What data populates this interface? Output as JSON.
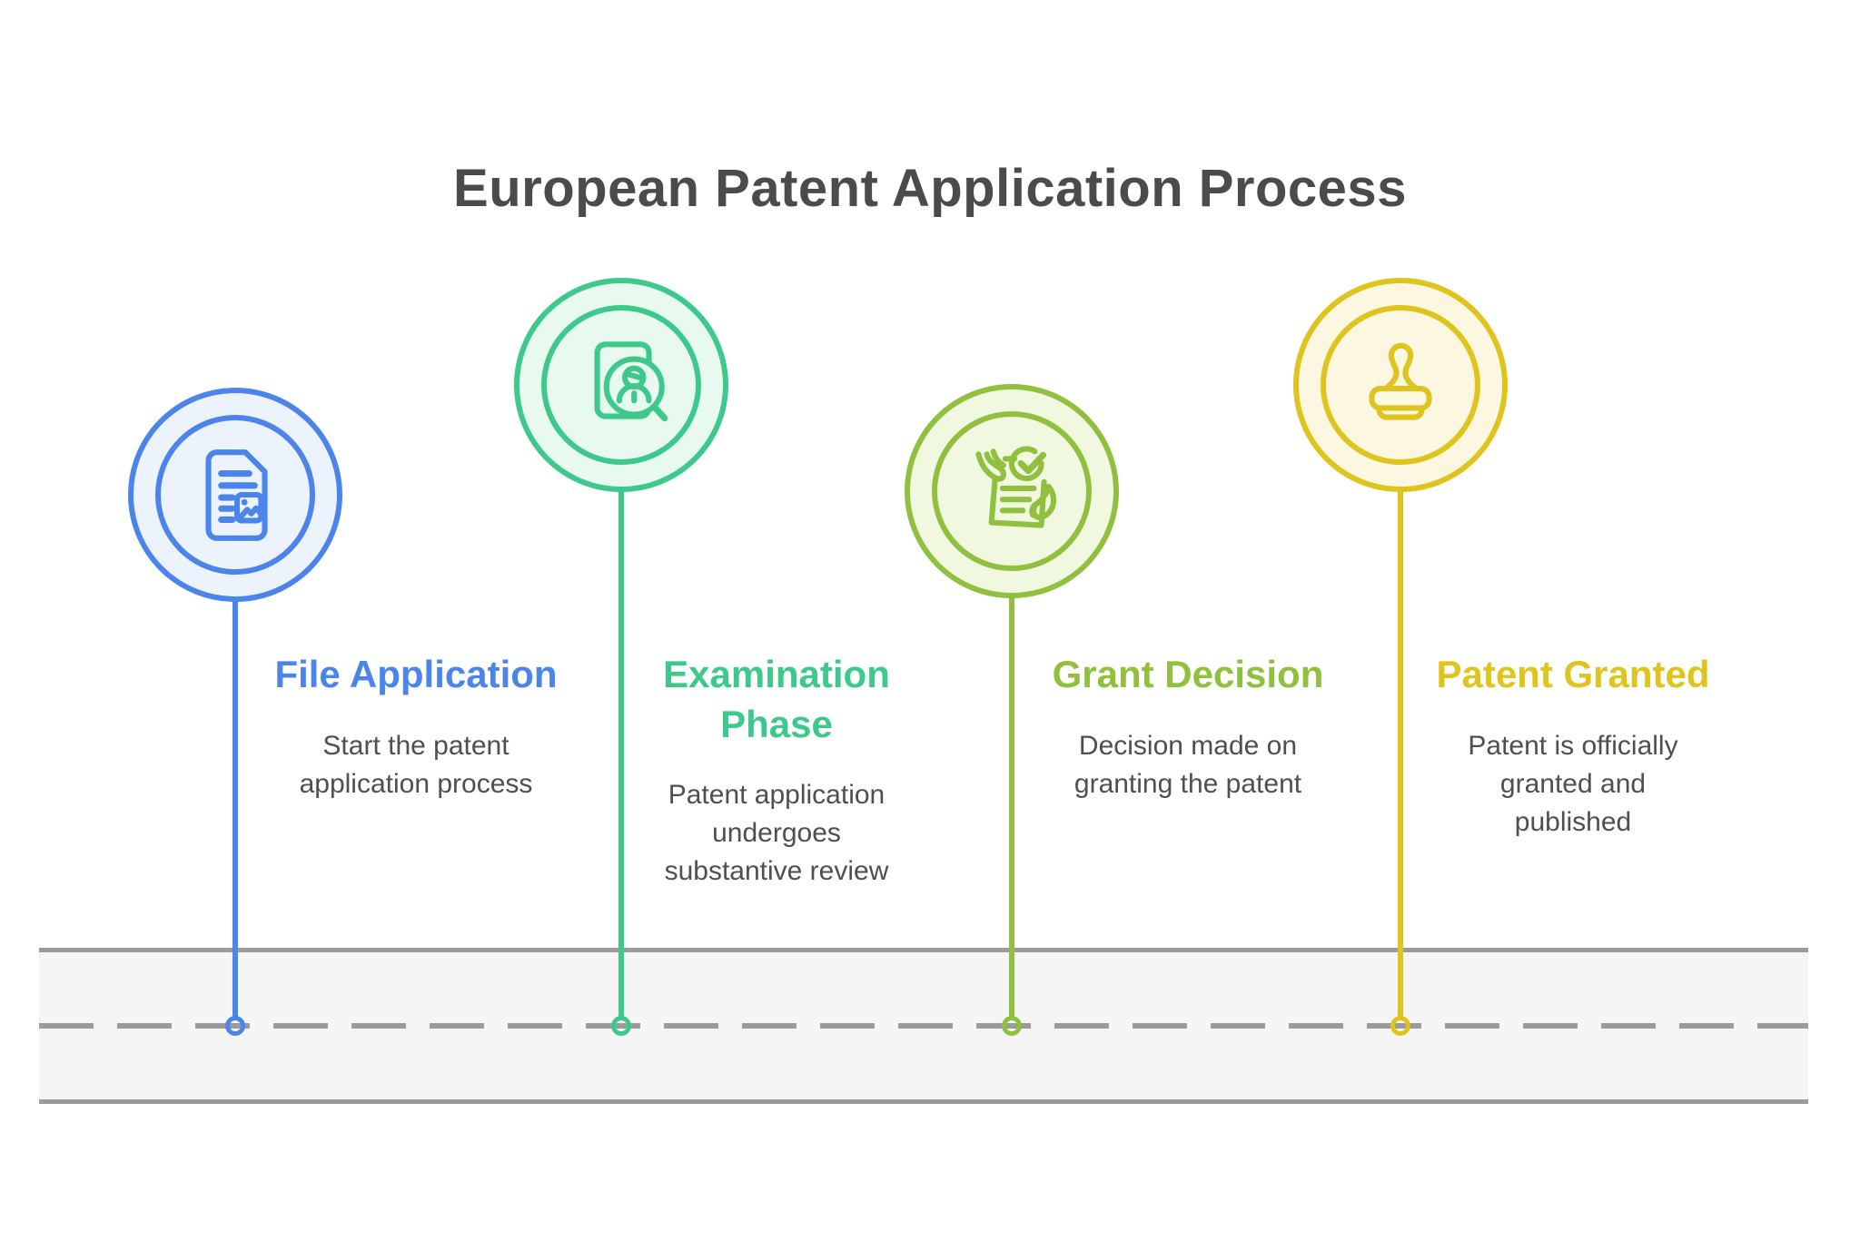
{
  "title": "European Patent Application Process",
  "title_color": "#4b4b4b",
  "description_text_color": "#4f4f4f",
  "steps": [
    {
      "id": "file-application",
      "title": "File Application",
      "description": "Start the patent application process",
      "color": "#4b85ec",
      "tint": "#edf3fd",
      "icon": "document-icon"
    },
    {
      "id": "examination-phase",
      "title": "Examination Phase",
      "description": "Patent application undergoes substantive review",
      "color": "#3dc98b",
      "tint": "#e8f9f0",
      "icon": "document-search-icon"
    },
    {
      "id": "grant-decision",
      "title": "Grant Decision",
      "description": "Decision made on granting the patent",
      "color": "#90c03e",
      "tint": "#f1f8e0",
      "icon": "approval-hands-icon"
    },
    {
      "id": "patent-granted",
      "title": "Patent Granted",
      "description": "Patent is officially granted and published",
      "color": "#dfc41e",
      "tint": "#fbf7e0",
      "icon": "stamp-icon"
    }
  ],
  "road": {
    "fill": "#f5f5f6",
    "line_color": "#9b9b9b",
    "style": "dashed-center-line"
  }
}
